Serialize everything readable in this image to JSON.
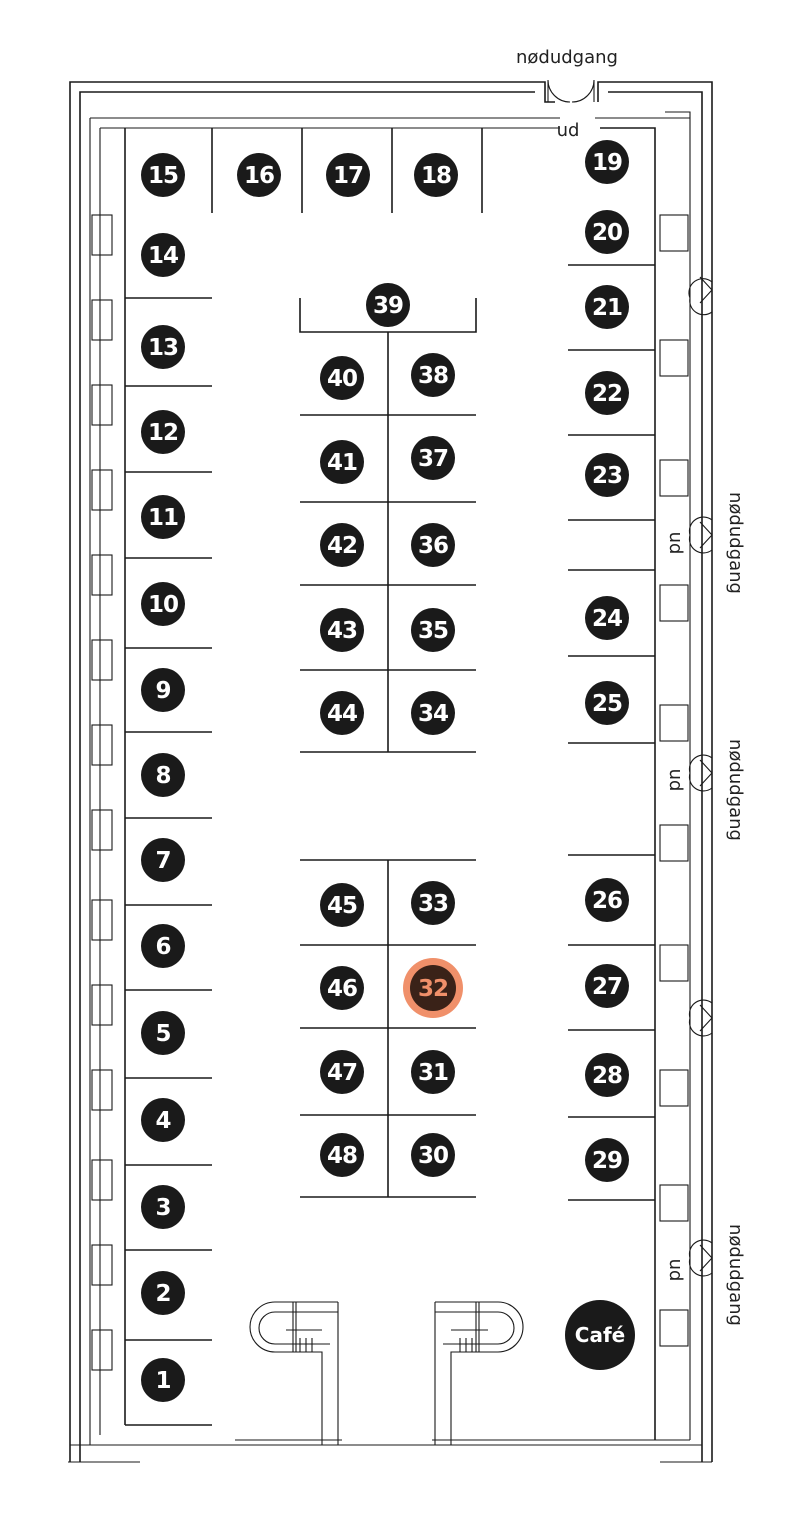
{
  "labels": {
    "emergency_exit": "nødudgang",
    "exit_out": "ud",
    "exit_out_rotated": "ud",
    "cafe": "Café"
  },
  "colors": {
    "stall": "#1a1a1a",
    "stall_text": "#ffffff",
    "highlight_fill": "#3a2218",
    "highlight_ring": "#f0906a",
    "highlight_text": "#f0906a",
    "walls": "#1a1a1a"
  },
  "highlighted_stall": "32",
  "stalls": [
    "1",
    "2",
    "3",
    "4",
    "5",
    "6",
    "7",
    "8",
    "9",
    "10",
    "11",
    "12",
    "13",
    "14",
    "15",
    "16",
    "17",
    "18",
    "19",
    "20",
    "21",
    "22",
    "23",
    "24",
    "25",
    "26",
    "27",
    "28",
    "29",
    "30",
    "31",
    "32",
    "33",
    "34",
    "35",
    "36",
    "37",
    "38",
    "39",
    "40",
    "41",
    "42",
    "43",
    "44",
    "45",
    "46",
    "47",
    "48"
  ]
}
